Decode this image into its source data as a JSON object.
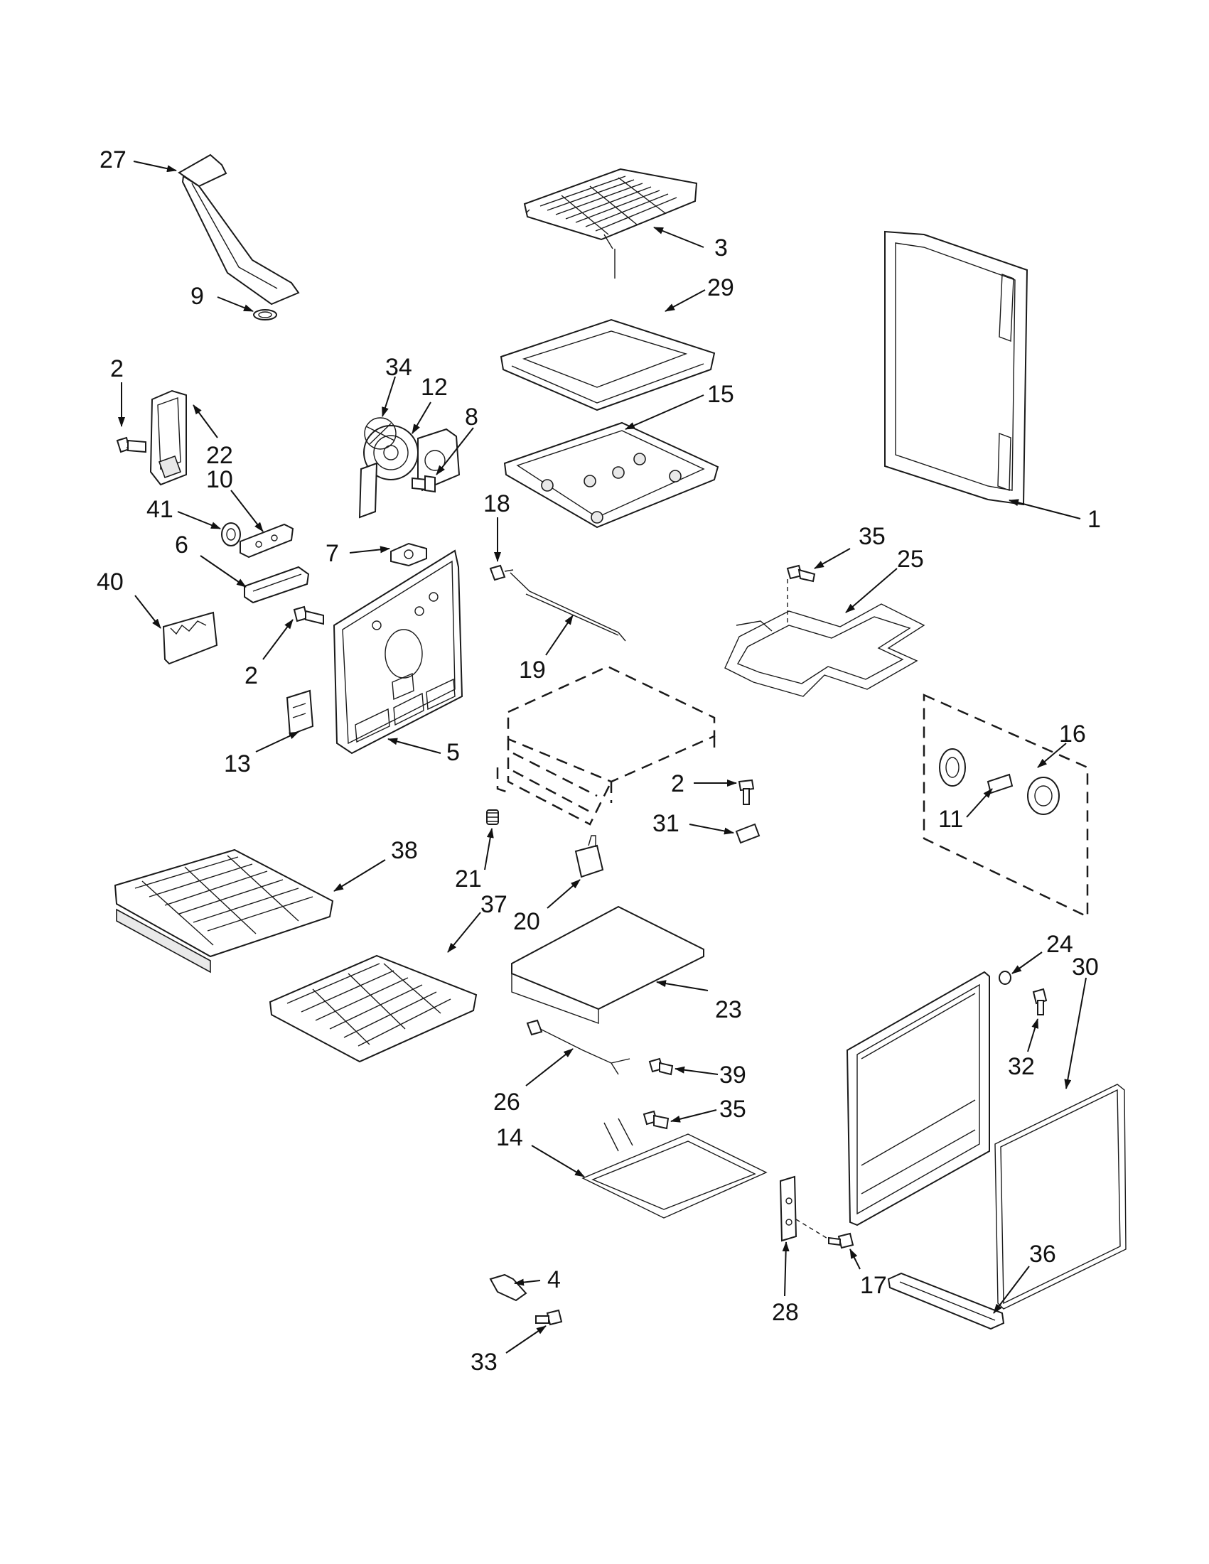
{
  "diagram": {
    "callouts": [
      {
        "id": "c27",
        "label": "27"
      },
      {
        "id": "c3",
        "label": "3"
      },
      {
        "id": "c29",
        "label": "29"
      },
      {
        "id": "c9",
        "label": "9"
      },
      {
        "id": "c2a",
        "label": "2"
      },
      {
        "id": "c22",
        "label": "22"
      },
      {
        "id": "c34",
        "label": "34"
      },
      {
        "id": "c12",
        "label": "12"
      },
      {
        "id": "c8",
        "label": "8"
      },
      {
        "id": "c15",
        "label": "15"
      },
      {
        "id": "c10",
        "label": "10"
      },
      {
        "id": "c41",
        "label": "41"
      },
      {
        "id": "c18",
        "label": "18"
      },
      {
        "id": "c1",
        "label": "1"
      },
      {
        "id": "c6",
        "label": "6"
      },
      {
        "id": "c7",
        "label": "7"
      },
      {
        "id": "c35a",
        "label": "35"
      },
      {
        "id": "c25",
        "label": "25"
      },
      {
        "id": "c40",
        "label": "40"
      },
      {
        "id": "c2b",
        "label": "2"
      },
      {
        "id": "c19",
        "label": "19"
      },
      {
        "id": "c16",
        "label": "16"
      },
      {
        "id": "c13",
        "label": "13"
      },
      {
        "id": "c5",
        "label": "5"
      },
      {
        "id": "c2c",
        "label": "2"
      },
      {
        "id": "c31",
        "label": "31"
      },
      {
        "id": "c11",
        "label": "11"
      },
      {
        "id": "c38",
        "label": "38"
      },
      {
        "id": "c21",
        "label": "21"
      },
      {
        "id": "c37",
        "label": "37"
      },
      {
        "id": "c20",
        "label": "20"
      },
      {
        "id": "c24",
        "label": "24"
      },
      {
        "id": "c30",
        "label": "30"
      },
      {
        "id": "c23",
        "label": "23"
      },
      {
        "id": "c32",
        "label": "32"
      },
      {
        "id": "c39",
        "label": "39"
      },
      {
        "id": "c26",
        "label": "26"
      },
      {
        "id": "c35b",
        "label": "35"
      },
      {
        "id": "c14",
        "label": "14"
      },
      {
        "id": "c36",
        "label": "36"
      },
      {
        "id": "c4",
        "label": "4"
      },
      {
        "id": "c17",
        "label": "17"
      },
      {
        "id": "c28",
        "label": "28"
      },
      {
        "id": "c33",
        "label": "33"
      }
    ]
  }
}
